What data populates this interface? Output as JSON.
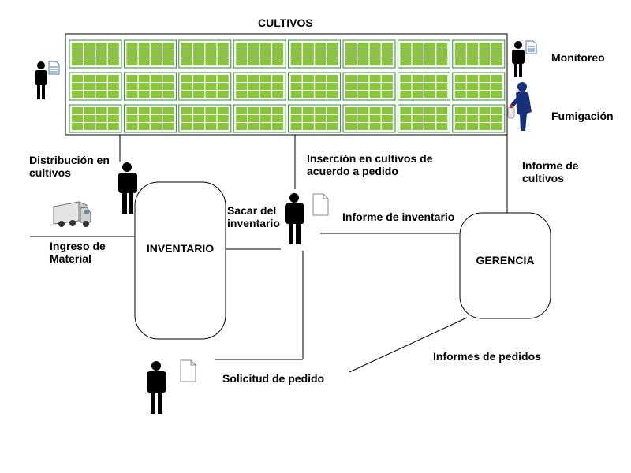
{
  "title": "CULTIVOS",
  "nodes": {
    "inventario": "INVENTARIO",
    "gerencia": "GERENCIA"
  },
  "labels": {
    "monitoreo": "Monitoreo",
    "fumigacion": "Fumigación",
    "distribucion": "Distribución en\ncultivos",
    "insercion": "Inserción en cultivos de\nacuerdo a pedido",
    "informe_cultivos": "Informe de\ncultivos",
    "sacar": "Sacar del\ninventario",
    "informe_inventario": "Informe de inventario",
    "ingreso": "Ingreso de\nMaterial",
    "informes_pedidos": "Informes de pedidos",
    "solicitud": "Solicitud de pedido"
  },
  "colors": {
    "crop_fill": "#8ac43f",
    "crop_stroke": "#2e8b2e",
    "person": "#000000",
    "worker_suit": "#1a2f7a"
  }
}
